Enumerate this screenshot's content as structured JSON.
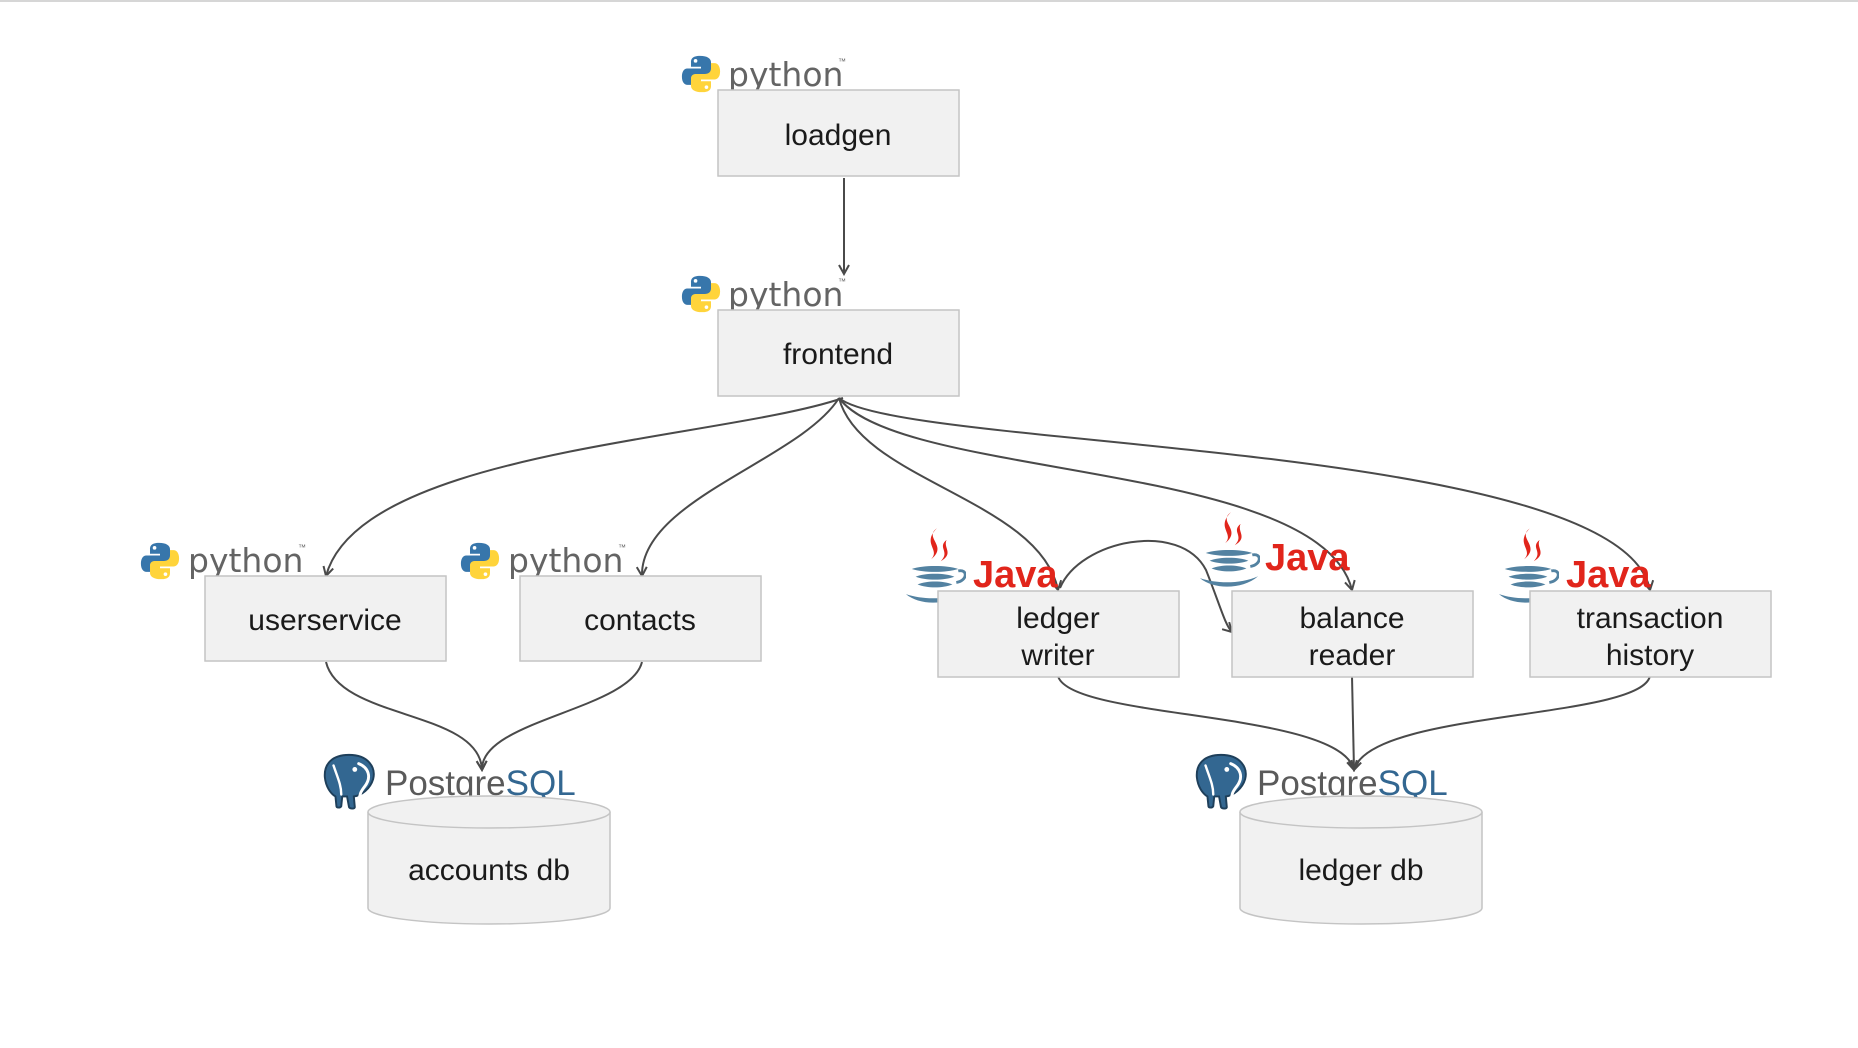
{
  "nodes": {
    "loadgen": {
      "label": "loadgen",
      "tech": "python"
    },
    "frontend": {
      "label": "frontend",
      "tech": "python"
    },
    "userservice": {
      "label": "userservice",
      "tech": "python"
    },
    "contacts": {
      "label": "contacts",
      "tech": "python"
    },
    "ledger_writer": {
      "label_lines": [
        "ledger",
        "writer"
      ],
      "tech": "java"
    },
    "balance_reader": {
      "label_lines": [
        "balance",
        "reader"
      ],
      "tech": "java"
    },
    "transaction_history": {
      "label_lines": [
        "transaction",
        "history"
      ],
      "tech": "java"
    },
    "accounts_db": {
      "label": "accounts db",
      "tech": "postgresql"
    },
    "ledger_db": {
      "label": "ledger db",
      "tech": "postgresql"
    }
  },
  "logos": {
    "python": {
      "word": "python",
      "tm": "™",
      "colors": {
        "blue": "#3776ab",
        "yellow": "#ffd43b",
        "text": "#646464"
      }
    },
    "java": {
      "word": "Java",
      "colors": {
        "cup": "#5382a1",
        "steam": "#e1251b",
        "text": "#e1251b"
      }
    },
    "postgresql": {
      "word_a": "Postgre",
      "word_b": "SQL",
      "colors": {
        "elephant": "#336791",
        "text_a": "#5a5a5a",
        "text_b": "#336791"
      }
    }
  },
  "edges": [
    {
      "from": "loadgen",
      "to": "frontend"
    },
    {
      "from": "frontend",
      "to": "userservice"
    },
    {
      "from": "frontend",
      "to": "contacts"
    },
    {
      "from": "frontend",
      "to": "ledger_writer"
    },
    {
      "from": "frontend",
      "to": "balance_reader"
    },
    {
      "from": "frontend",
      "to": "transaction_history"
    },
    {
      "from": "ledger_writer",
      "to": "balance_reader"
    },
    {
      "from": "userservice",
      "to": "accounts_db"
    },
    {
      "from": "contacts",
      "to": "accounts_db"
    },
    {
      "from": "ledger_writer",
      "to": "ledger_db"
    },
    {
      "from": "balance_reader",
      "to": "ledger_db"
    },
    {
      "from": "transaction_history",
      "to": "ledger_db"
    }
  ]
}
